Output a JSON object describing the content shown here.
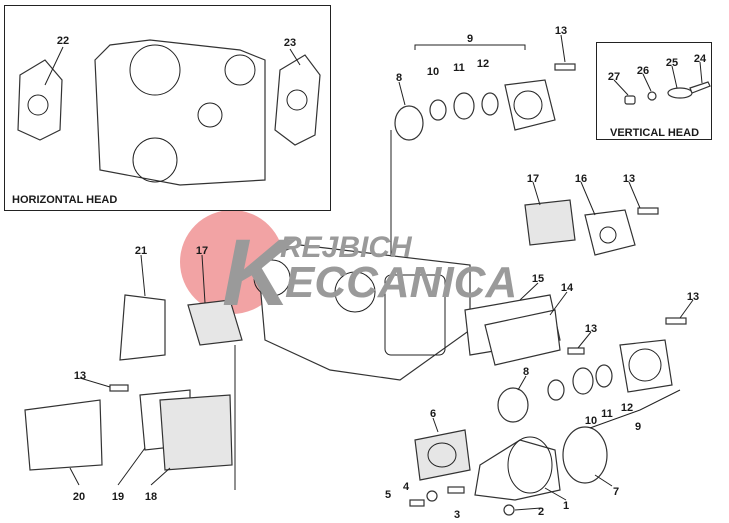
{
  "title": "Cylinder head / intake exploded parts diagram",
  "watermark": {
    "line1": "REJBICH",
    "line2": "ECCANICA",
    "initial": "K",
    "accent": "#e8585a"
  },
  "insets": {
    "horizontal_head": {
      "caption": "HORIZONTAL HEAD",
      "labels": [
        "22",
        "23"
      ]
    },
    "vertical_head": {
      "caption": "VERTICAL HEAD",
      "labels": [
        "27",
        "26",
        "25",
        "24"
      ]
    }
  },
  "part_labels": {
    "p9_top": "9",
    "p13_top": "13",
    "p8_top": "8",
    "p10_top": "10",
    "p11_top": "11",
    "p12_top": "12",
    "p17_right": "17",
    "p16": "16",
    "p13_right": "13",
    "p21": "21",
    "p17_left": "17",
    "p15": "15",
    "p14": "14",
    "p13_far": "13",
    "p13_mid": "13",
    "p8_bot": "8",
    "p10_bot": "10",
    "p11_bot": "11",
    "p12_bot": "12",
    "p9_bot": "9",
    "p13_left": "13",
    "p6": "6",
    "p7": "7",
    "p4": "4",
    "p5": "5",
    "p3": "3",
    "p2": "2",
    "p1": "1",
    "p20": "20",
    "p19": "19",
    "p18": "18"
  }
}
